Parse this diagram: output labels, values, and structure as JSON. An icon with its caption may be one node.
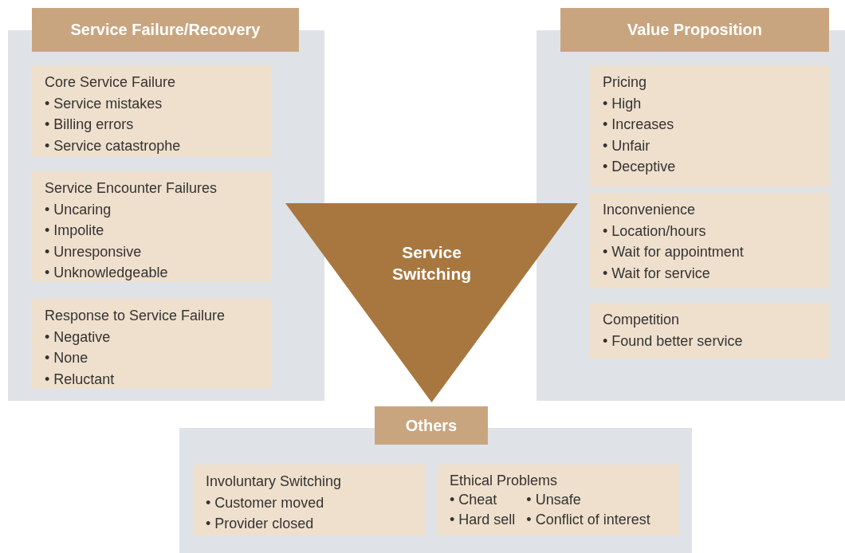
{
  "diagram": {
    "nodes": [
      {
        "text": [
          "Service Failure/Recovery"
        ]
      },
      {
        "text": [
          "Core Service Failure",
          "• Service mistakes",
          "• Billing errors",
          "• Service catastrophe"
        ],
        "in": 0
      },
      {
        "text": [
          "Service Encounter Failures",
          "• Uncaring",
          "• Impolite",
          "• Unresponsive",
          "• Unknowledgeable"
        ],
        "in": 0
      },
      {
        "text": [
          "Response to Service Failure",
          "• Negative",
          "• None",
          "• Reluctant"
        ],
        "in": 0
      },
      {
        "text": [
          "Value Proposition"
        ]
      },
      {
        "text": [
          "Pricing",
          "• High",
          "• Increases",
          "• Unfair",
          "• Deceptive"
        ],
        "in": 4
      },
      {
        "text": [
          "Inconvenience",
          "• Location/hours",
          "• Wait for appointment",
          "• Wait for service"
        ],
        "in": 4
      },
      {
        "text": [
          "Competition",
          "• Found better service"
        ],
        "in": 4
      },
      {
        "text": [
          "Service Switching"
        ]
      },
      {
        "text": [
          "Others"
        ]
      },
      {
        "text": [
          "Involuntary Switching",
          "• Customer moved",
          "• Provider closed"
        ],
        "in": 9
      },
      {
        "text": [
          "Ethical Problems",
          "• Cheat",
          "• Unsafe",
          "• Hard sell",
          "• Conflict of interest"
        ],
        "in": 9
      }
    ]
  }
}
